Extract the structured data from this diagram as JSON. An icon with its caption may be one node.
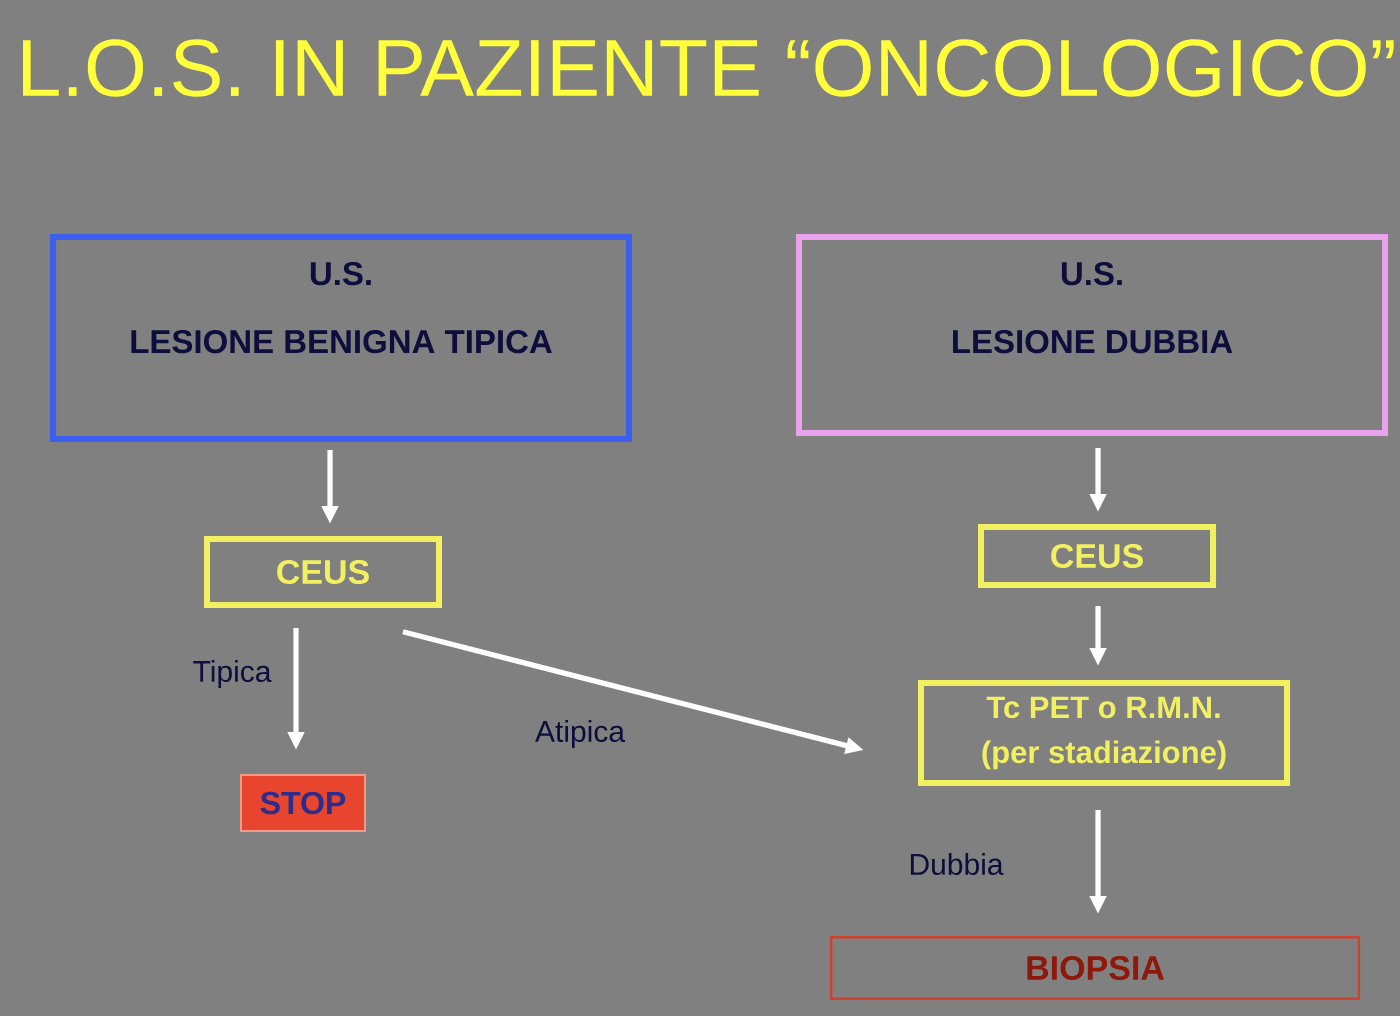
{
  "diagram": {
    "title": "L.O.S. IN PAZIENTE “ONCOLOGICO”",
    "nodes": [
      {
        "text": [
          "U.S.",
          "LESIONE BENIGNA TIPICA"
        ]
      },
      {
        "text": [
          "U.S.",
          "LESIONE DUBBIA"
        ]
      },
      {
        "text": [
          "CEUS"
        ]
      },
      {
        "text": [
          "CEUS"
        ]
      },
      {
        "text": [
          "Tc PET o R.M.N. (per stadiazione)"
        ]
      },
      {
        "text": [
          "STOP"
        ]
      },
      {
        "text": [
          "BIOPSIA"
        ]
      }
    ],
    "edges": [
      {
        "from": 0,
        "to": 2,
        "arrow": "to"
      },
      {
        "from": 1,
        "to": 3,
        "arrow": "to"
      },
      {
        "from": 2,
        "to": 5,
        "arrow": "to",
        "label": "Tipica"
      },
      {
        "from": 2,
        "to": 4,
        "arrow": "to",
        "label": "Atipica"
      },
      {
        "from": 3,
        "to": 4,
        "arrow": "to"
      },
      {
        "from": 4,
        "to": 6,
        "arrow": "to",
        "label": "Dubbia"
      }
    ]
  }
}
